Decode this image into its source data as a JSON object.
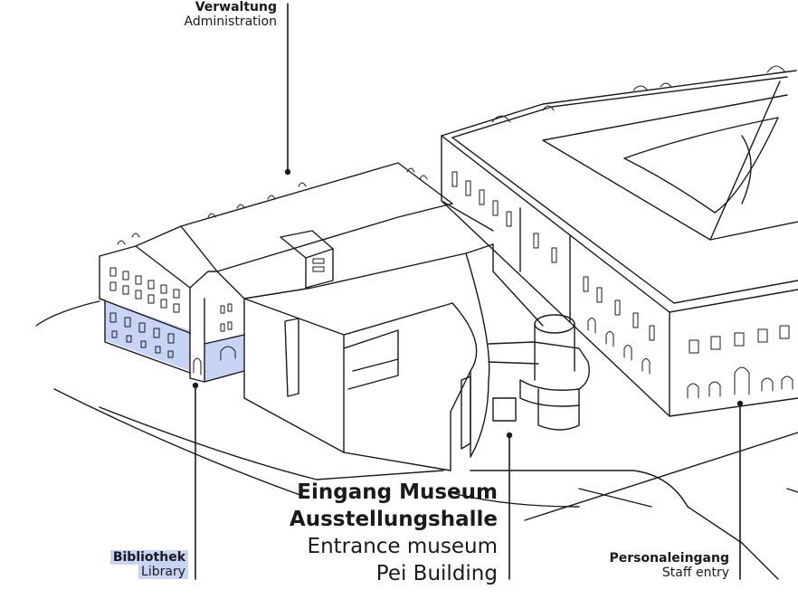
{
  "labels": {
    "administration": {
      "primary": "Verwaltung",
      "secondary": "Administration"
    },
    "library": {
      "primary": "Bibliothek",
      "secondary": "Library"
    },
    "entrance": {
      "line1": "Eingang Museum",
      "line2": "Ausstellungshalle",
      "line3": "Entrance museum",
      "line4": "Pei Building"
    },
    "staff_entry": {
      "primary": "Personaleingang",
      "secondary": "Staff entry"
    }
  },
  "colors": {
    "line": "#1a1a1a",
    "library_highlight": "#c8d3f5",
    "background": "#ffffff"
  }
}
